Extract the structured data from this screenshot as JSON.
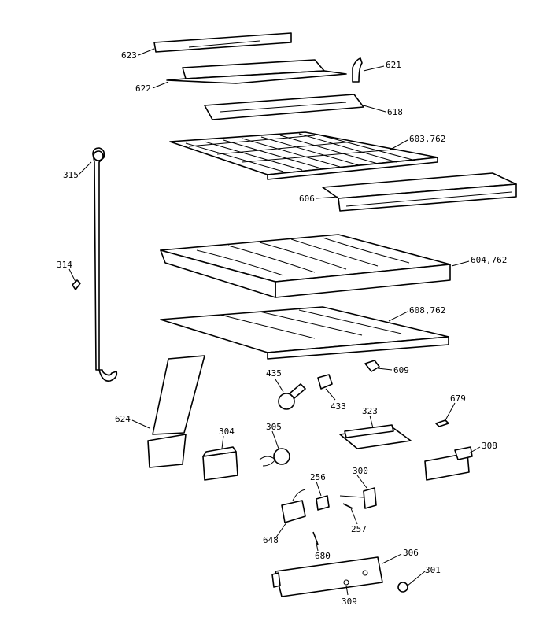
{
  "diagram": {
    "callouts": [
      {
        "id": "623",
        "text": "623"
      },
      {
        "id": "622",
        "text": "622"
      },
      {
        "id": "621",
        "text": "621"
      },
      {
        "id": "618",
        "text": "618"
      },
      {
        "id": "603",
        "text": "603,762"
      },
      {
        "id": "315",
        "text": "315"
      },
      {
        "id": "606",
        "text": "606"
      },
      {
        "id": "314",
        "text": "314"
      },
      {
        "id": "604",
        "text": "604,762"
      },
      {
        "id": "608",
        "text": "608,762"
      },
      {
        "id": "609",
        "text": "609"
      },
      {
        "id": "435",
        "text": "435"
      },
      {
        "id": "433",
        "text": "433"
      },
      {
        "id": "323",
        "text": "323"
      },
      {
        "id": "679",
        "text": "679"
      },
      {
        "id": "624",
        "text": "624"
      },
      {
        "id": "304",
        "text": "304"
      },
      {
        "id": "305",
        "text": "305"
      },
      {
        "id": "308",
        "text": "308"
      },
      {
        "id": "256",
        "text": "256"
      },
      {
        "id": "300",
        "text": "300"
      },
      {
        "id": "257",
        "text": "257"
      },
      {
        "id": "648",
        "text": "648"
      },
      {
        "id": "680",
        "text": "680"
      },
      {
        "id": "306",
        "text": "306"
      },
      {
        "id": "301",
        "text": "301"
      },
      {
        "id": "309",
        "text": "309"
      }
    ]
  }
}
